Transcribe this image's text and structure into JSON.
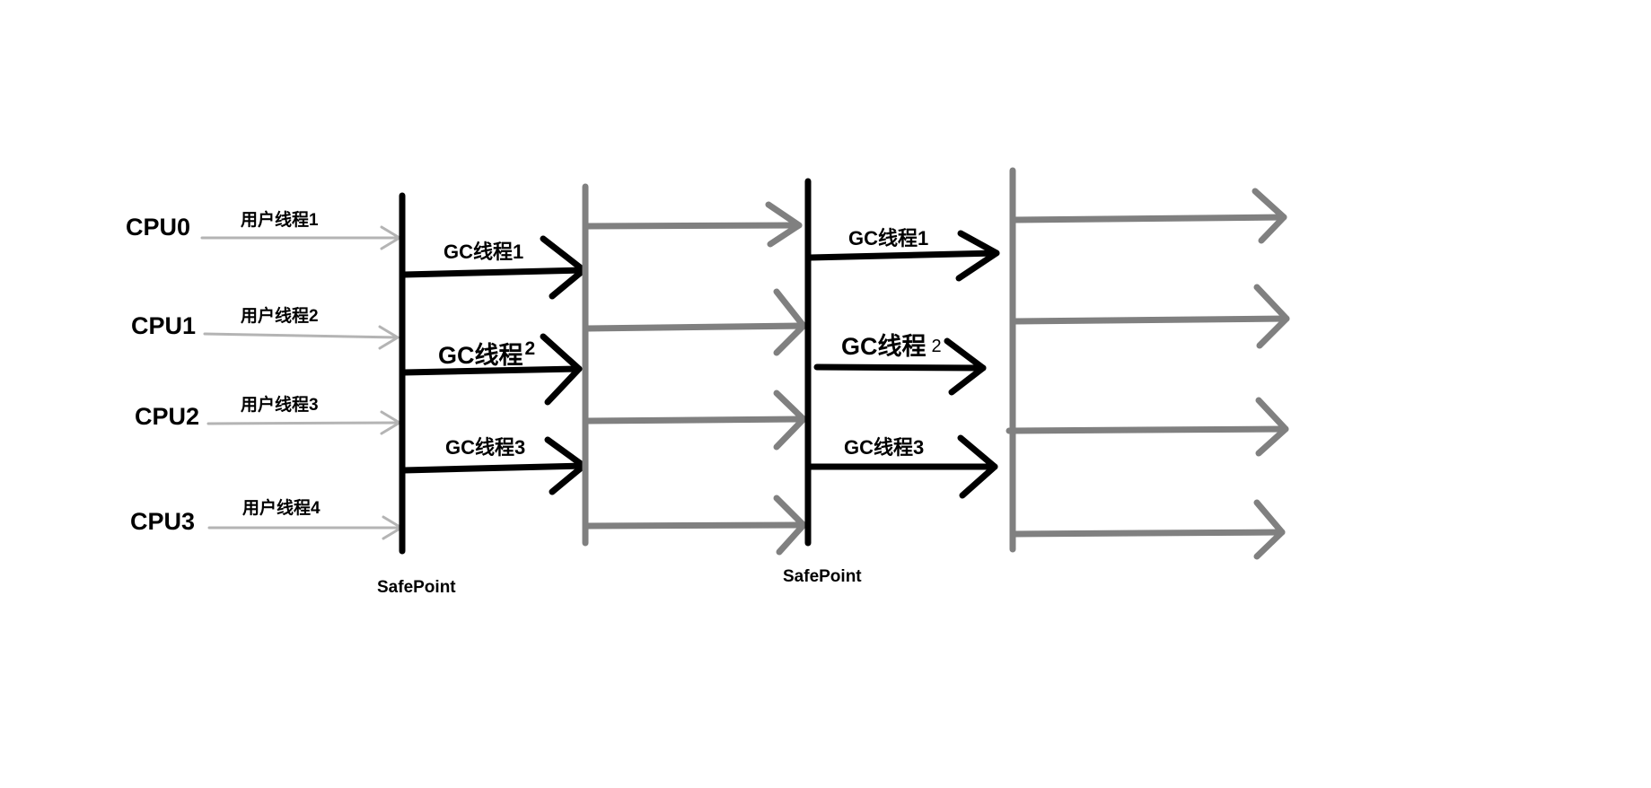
{
  "cpu_labels": [
    "CPU0",
    "CPU1",
    "CPU2",
    "CPU3"
  ],
  "user_threads": [
    "用户线程1",
    "用户线程2",
    "用户线程3",
    "用户线程4"
  ],
  "phase1_gc": [
    "GC线程1",
    "GC线程",
    "GC线程3"
  ],
  "phase1_gc_superscript": "2",
  "phase2_gc": [
    "GC线程1",
    "GC线程",
    "GC线程3"
  ],
  "phase2_gc_suffix": "2",
  "safepoints": [
    "SafePoint",
    "SafePoint"
  ],
  "colors": {
    "black": "#000000",
    "gray": "#808080",
    "light_gray": "#b4b4b4"
  }
}
